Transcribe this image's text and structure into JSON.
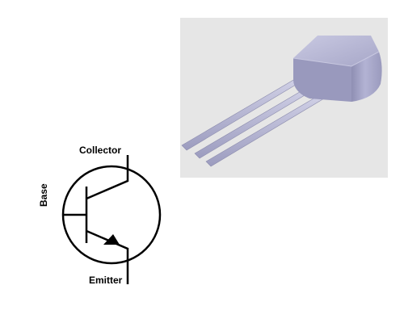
{
  "symbol": {
    "collector_label": "Collector",
    "base_label": "Base",
    "emitter_label": "Emitter"
  },
  "colors": {
    "panel_background": "#e6e6e6",
    "package_body": "#a9a9c9",
    "leads": "#b9b9d6",
    "symbol_stroke": "#000000"
  }
}
